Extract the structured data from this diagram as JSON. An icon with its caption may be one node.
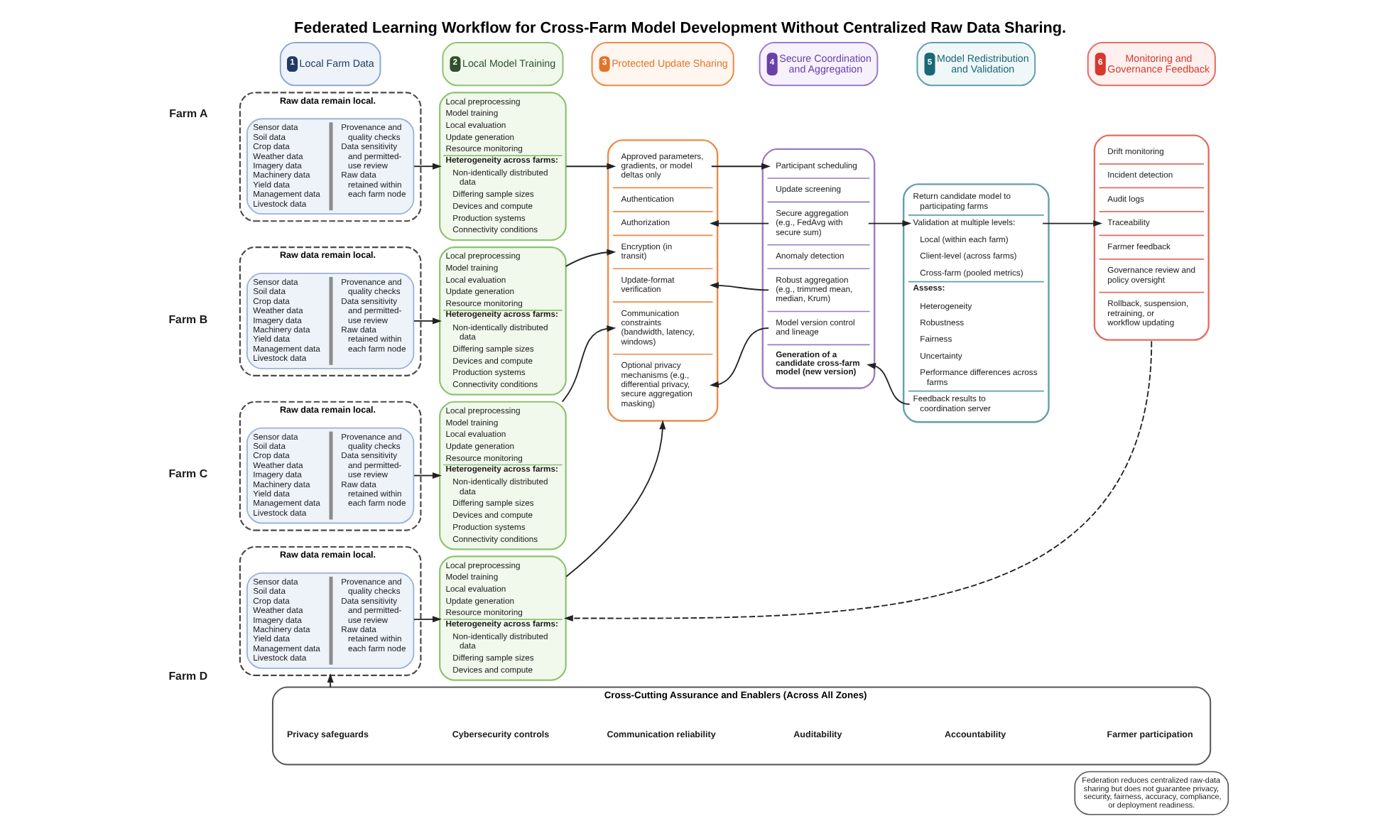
{
  "diagram": {
    "title": "Federated Learning Workflow for Cross-Farm Model Development Without Centralized Raw Data Sharing.",
    "nodes": [
      {
        "text": [
          "1",
          "Local Farm Data"
        ]
      },
      {
        "text": [
          "2",
          "Local Model Training"
        ]
      },
      {
        "text": [
          "3",
          "Protected Update Sharing"
        ]
      },
      {
        "text": [
          "4",
          "Secure Coordination and Aggregation"
        ]
      },
      {
        "text": [
          "5",
          "Model Redistribution and Validation"
        ]
      },
      {
        "text": [
          "6",
          "Monitoring and Governance Feedback"
        ]
      },
      {
        "text": [
          "Raw data remain local."
        ],
        "beside": [
          "Farm A"
        ]
      },
      {
        "text": [
          "Sensor data",
          "Soil data",
          "Crop data",
          "Weather data",
          "Imagery data",
          "Machinery data",
          "Yield data",
          "Management data",
          "Livestock data",
          "Provenance and quality checks",
          "Data sensitivity and permitted-use review",
          "Raw data retained within each farm node"
        ],
        "in": 6
      },
      {
        "text": [
          "Local preprocessing",
          "Model training",
          "Local evaluation",
          "Update generation",
          "Resource monitoring",
          "Heterogeneity across farms:",
          "Non-identically distributed data",
          "Differing sample sizes",
          "Devices and compute",
          "Production systems",
          "Connectivity conditions"
        ]
      },
      {
        "text": [
          "Raw data remain local."
        ],
        "beside": [
          "Farm B"
        ]
      },
      {
        "text": [
          "Sensor data",
          "Soil data",
          "Crop data",
          "Weather data",
          "Imagery data",
          "Machinery data",
          "Yield data",
          "Management data",
          "Livestock data",
          "Provenance and quality checks",
          "Data sensitivity and permitted-use review",
          "Raw data retained within each farm node"
        ],
        "in": 9
      },
      {
        "text": [
          "Local preprocessing",
          "Model training",
          "Local evaluation",
          "Update generation",
          "Resource monitoring",
          "Heterogeneity across farms:",
          "Non-identically distributed data",
          "Differing sample sizes",
          "Devices and compute",
          "Production systems",
          "Connectivity conditions"
        ]
      },
      {
        "text": [
          "Raw data remain local."
        ],
        "beside": [
          "Farm C"
        ]
      },
      {
        "text": [
          "Sensor data",
          "Soil data",
          "Crop data",
          "Weather data",
          "Imagery data",
          "Machinery data",
          "Yield data",
          "Management data",
          "Livestock data",
          "Provenance and quality checks",
          "Data sensitivity and permitted-use review",
          "Raw data retained within each farm node"
        ],
        "in": 12
      },
      {
        "text": [
          "Local preprocessing",
          "Model training",
          "Local evaluation",
          "Update generation",
          "Resource monitoring",
          "Heterogeneity across farms:",
          "Non-identically distributed data",
          "Differing sample sizes",
          "Devices and compute",
          "Production systems",
          "Connectivity conditions"
        ]
      },
      {
        "text": [
          "Raw data remain local."
        ],
        "beside": [
          "Farm D"
        ]
      },
      {
        "text": [
          "Sensor data",
          "Soil data",
          "Crop data",
          "Weather data",
          "Imagery data",
          "Machinery data",
          "Yield data",
          "Management data",
          "Livestock data",
          "Provenance and quality checks",
          "Data sensitivity and permitted-use review",
          "Raw data retained within each farm node"
        ],
        "in": 15
      },
      {
        "text": [
          "Local preprocessing",
          "Model training",
          "Local evaluation",
          "Update generation",
          "Resource monitoring",
          "Heterogeneity across farms:",
          "Non-identically distributed data",
          "Differing sample sizes",
          "Devices and compute"
        ]
      },
      {
        "text": [
          "Approved parameters, gradients, or model deltas only",
          "Authentication",
          "Authorization",
          "Encryption (in transit)",
          "Update-format verification",
          "Communication constraints (bandwidth, latency, windows)",
          "Optional privacy mechanisms (e.g., differential privacy, secure aggregation masking)"
        ]
      },
      {
        "text": [
          "Participant scheduling",
          "Update screening",
          "Secure aggregation (e.g., FedAvg with secure sum)",
          "Anomaly detection",
          "Robust aggregation (e.g., trimmed mean, median, Krum)",
          "Model version control and lineage",
          "Generation of a candidate cross-farm model (new version)"
        ]
      },
      {
        "text": [
          "Return candidate model to participating farms",
          "Validation at multiple levels:",
          "Local (within each farm)",
          "Client-level (across farms)",
          "Cross-farm (pooled metrics)",
          "Assess:",
          "Heterogeneity",
          "Robustness",
          "Fairness",
          "Uncertainty",
          "Performance differences across farms",
          "Feedback results to coordination server"
        ]
      },
      {
        "text": [
          "Drift monitoring",
          "Incident detection",
          "Audit logs",
          "Traceability",
          "Farmer feedback",
          "Governance review and policy oversight",
          "Rollback, suspension, retraining, or workflow updating"
        ]
      },
      {
        "text": [
          "Cross-Cutting Assurance and Enablers (Across All Zones)"
        ]
      },
      {
        "text": [
          "Privacy safeguards"
        ],
        "in": 22
      },
      {
        "text": [
          "Cybersecurity controls"
        ],
        "in": 22
      },
      {
        "text": [
          "Communication reliability"
        ],
        "in": 22
      },
      {
        "text": [
          "Auditability"
        ],
        "in": 22
      },
      {
        "text": [
          "Accountability"
        ],
        "in": 22
      },
      {
        "text": [
          "Farmer participation"
        ],
        "in": 22
      },
      {
        "text": [
          "Federation reduces centralized raw-data sharing but does not guarantee privacy, security, fairness, accuracy, compliance, or deployment readiness."
        ]
      }
    ],
    "edges": [
      {
        "from": 7,
        "to": 8,
        "arrow": "to"
      },
      {
        "from": 10,
        "to": 11,
        "arrow": "to"
      },
      {
        "from": 13,
        "to": 14,
        "arrow": "to"
      },
      {
        "from": 16,
        "to": 17,
        "arrow": "to"
      },
      {
        "from": 8,
        "to": 18,
        "arrow": "to"
      },
      {
        "from": 11,
        "to": 18,
        "arrow": "to"
      },
      {
        "from": 14,
        "to": 18,
        "arrow": "to"
      },
      {
        "from": 17,
        "to": 18,
        "arrow": "to"
      },
      {
        "from": 18,
        "to": 19,
        "arrow": "to"
      },
      {
        "from": 19,
        "to": 18,
        "arrow": "to"
      },
      {
        "from": 19,
        "to": 18,
        "arrow": "to"
      },
      {
        "from": 19,
        "to": 18,
        "arrow": "to"
      },
      {
        "from": 19,
        "to": 20,
        "arrow": "to"
      },
      {
        "from": 20,
        "to": 19,
        "arrow": "to"
      },
      {
        "from": 20,
        "to": 21,
        "arrow": "to"
      },
      {
        "from": 21,
        "to": 17,
        "arrow": "to",
        "style": "dashed"
      },
      {
        "from": 22,
        "to": 15,
        "arrow": "to",
        "style": "dashed"
      }
    ]
  }
}
